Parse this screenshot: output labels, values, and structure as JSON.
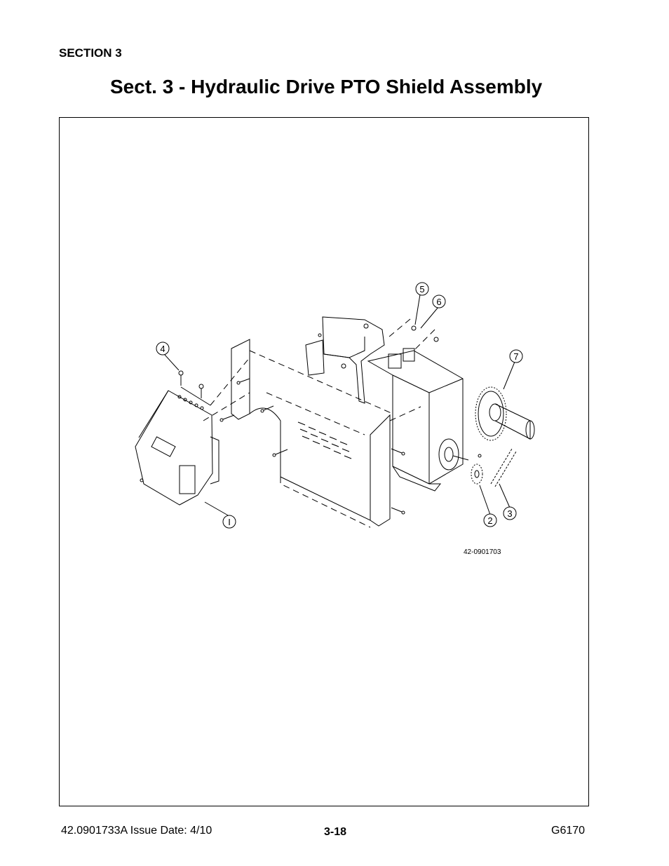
{
  "header": {
    "section": "SECTION 3"
  },
  "title": "Sect. 3 - Hydraulic Drive PTO Shield Assembly",
  "figure": {
    "drawing_number": "42-0901703",
    "callouts": [
      {
        "id": "1",
        "label": "I"
      },
      {
        "id": "2",
        "label": "2"
      },
      {
        "id": "3",
        "label": "3"
      },
      {
        "id": "4",
        "label": "4"
      },
      {
        "id": "5",
        "label": "5"
      },
      {
        "id": "6",
        "label": "6"
      },
      {
        "id": "7",
        "label": "7"
      }
    ]
  },
  "footer": {
    "doc_info": "42.0901733A  Issue Date: 4/10",
    "page_number": "3-18",
    "model": "G6170"
  }
}
